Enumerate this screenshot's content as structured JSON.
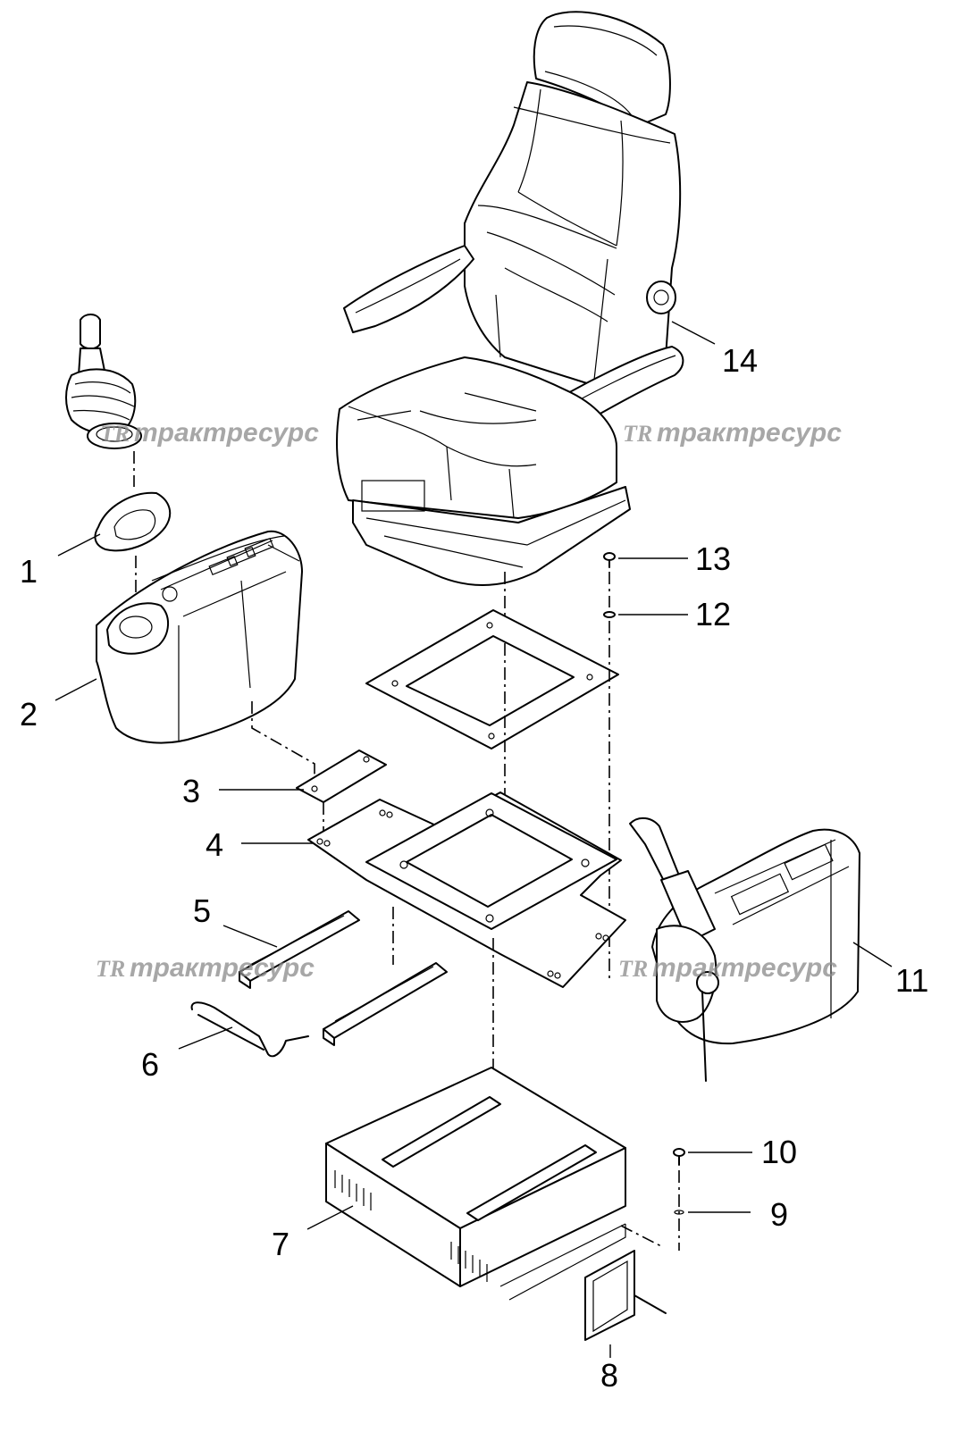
{
  "watermark": {
    "text": "трактресурс",
    "logo": "TR"
  },
  "callouts": [
    "1",
    "2",
    "3",
    "4",
    "5",
    "6",
    "7",
    "8",
    "9",
    "10",
    "11",
    "12",
    "13",
    "14"
  ]
}
